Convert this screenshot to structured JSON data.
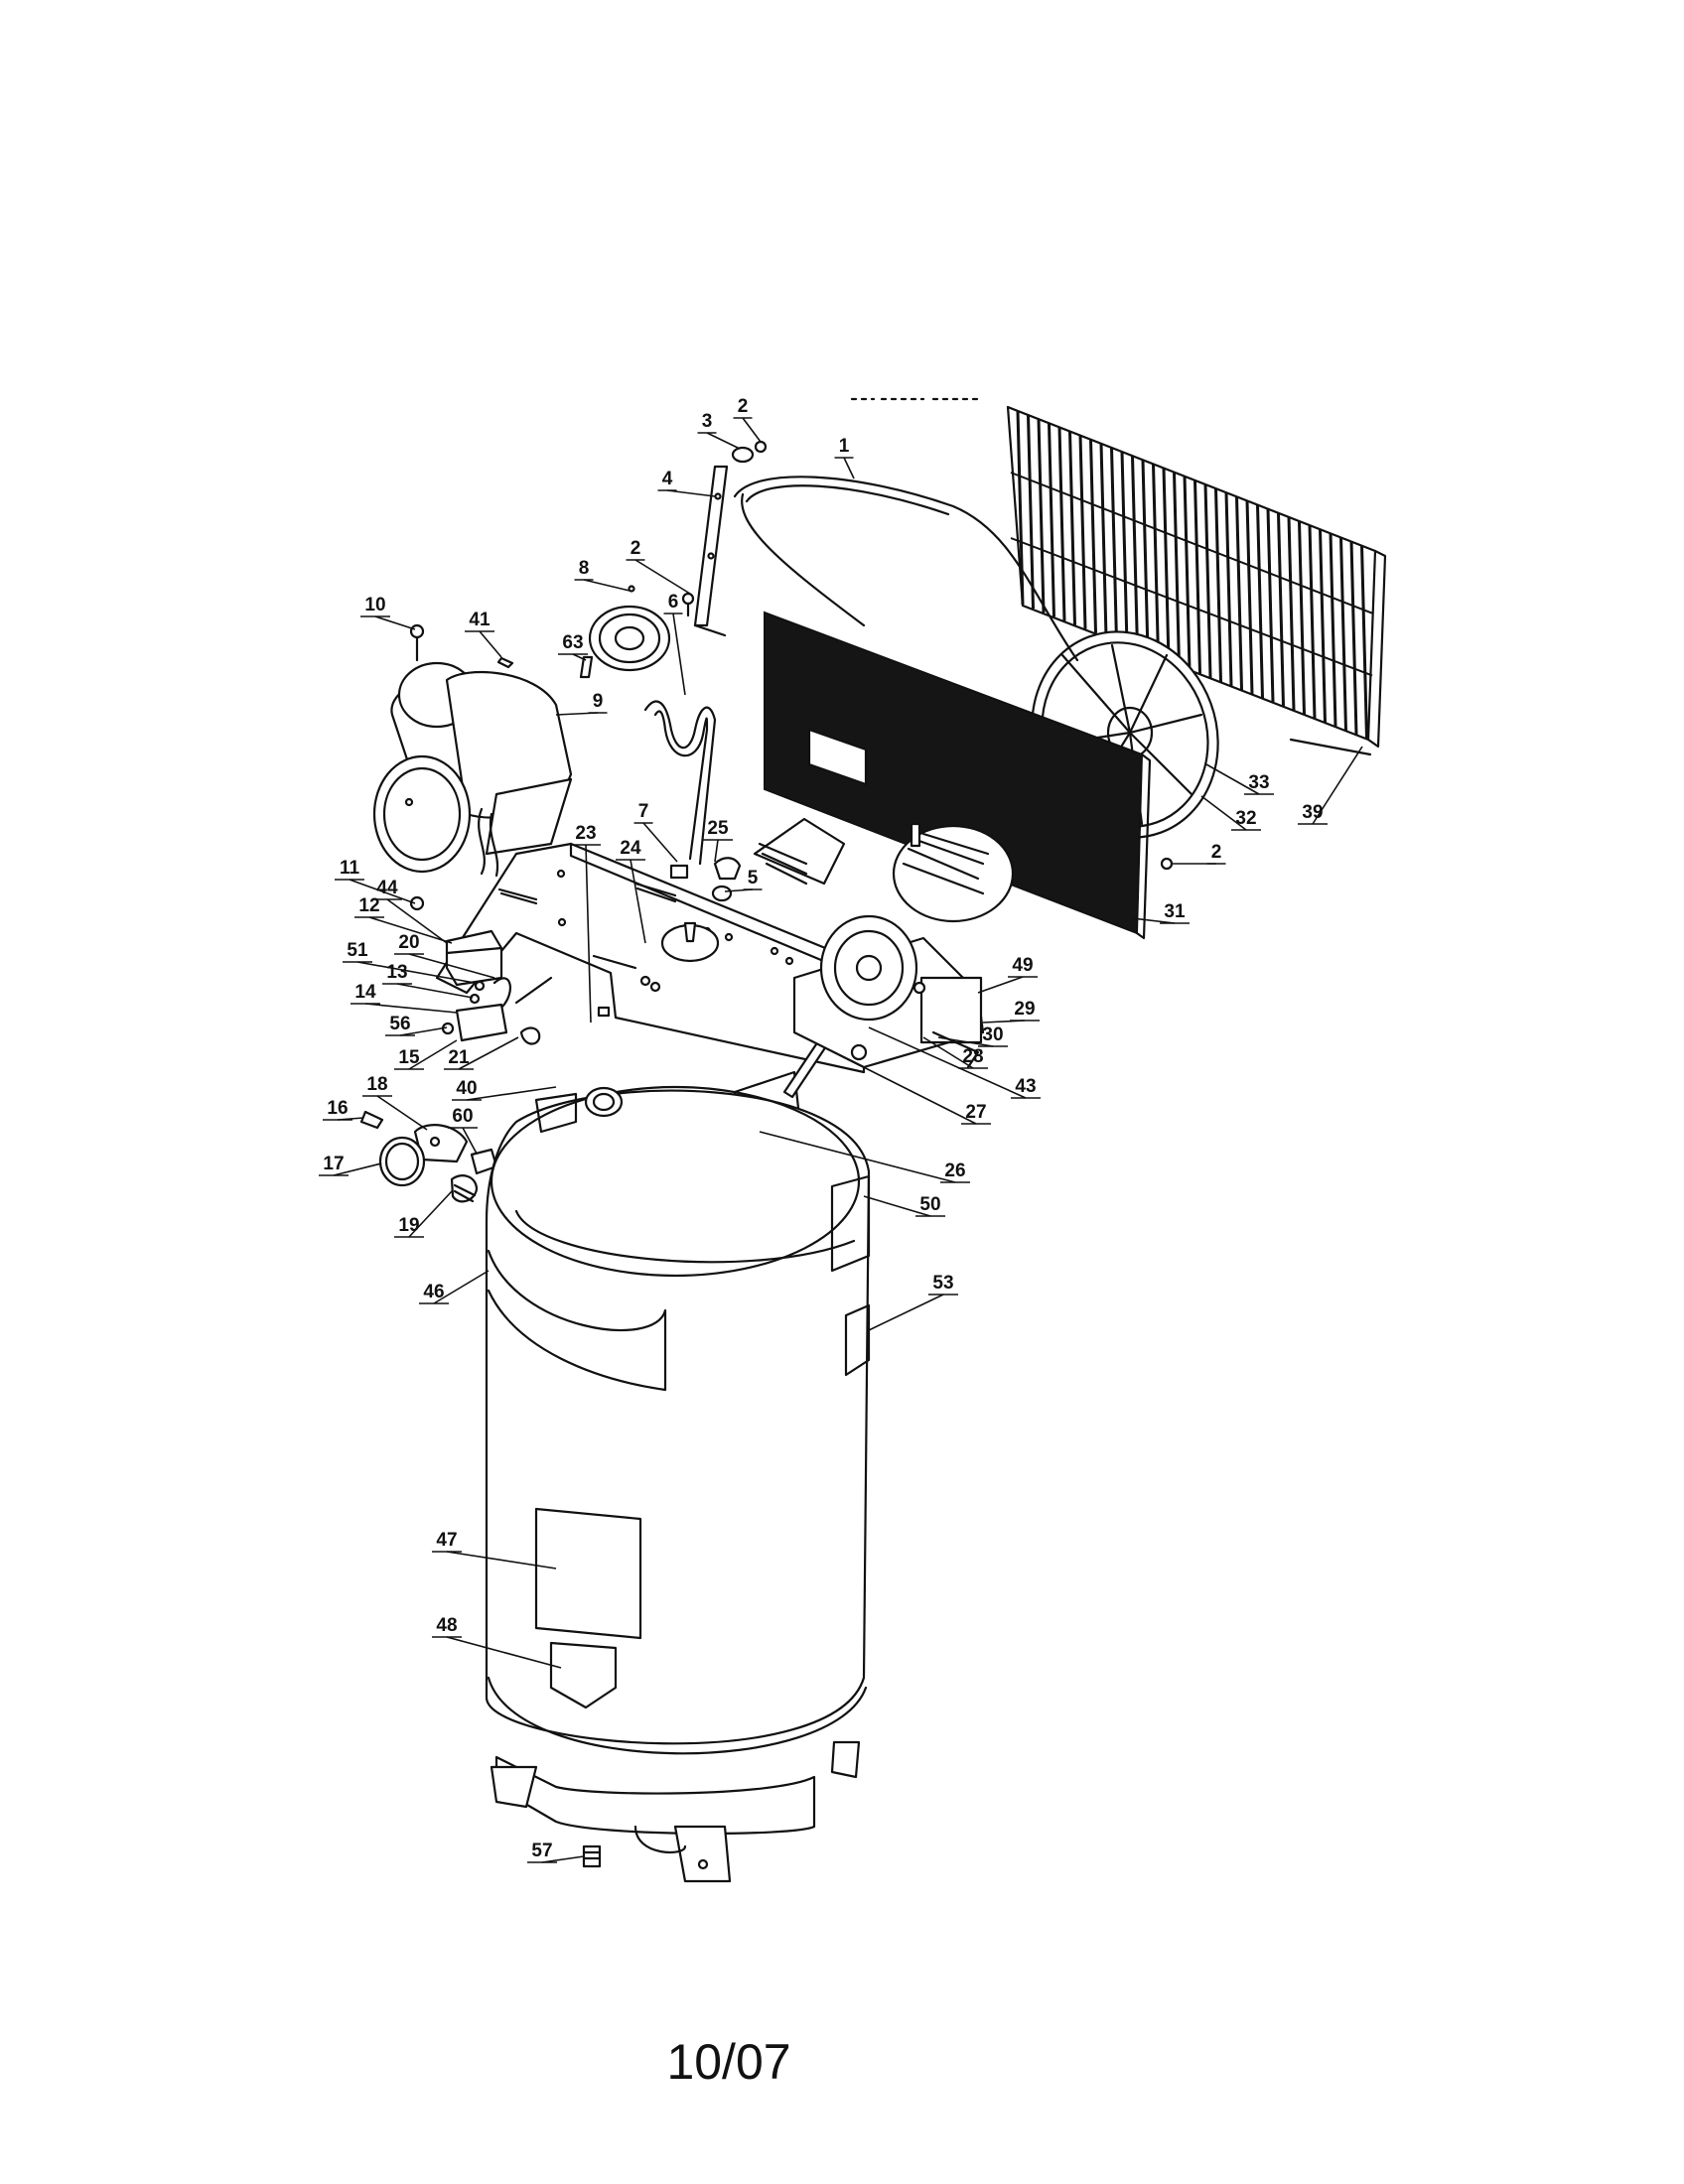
{
  "footer": {
    "date_code": "10/07"
  },
  "callouts": [
    {
      "label": "1"
    },
    {
      "label": "2"
    },
    {
      "label": "3"
    },
    {
      "label": "2"
    },
    {
      "label": "4"
    },
    {
      "label": "8"
    },
    {
      "label": "10"
    },
    {
      "label": "41"
    },
    {
      "label": "63"
    },
    {
      "label": "9"
    },
    {
      "label": "6"
    },
    {
      "label": "7"
    },
    {
      "label": "23"
    },
    {
      "label": "24"
    },
    {
      "label": "25"
    },
    {
      "label": "5"
    },
    {
      "label": "11"
    },
    {
      "label": "44"
    },
    {
      "label": "12"
    },
    {
      "label": "51"
    },
    {
      "label": "20"
    },
    {
      "label": "13"
    },
    {
      "label": "14"
    },
    {
      "label": "56"
    },
    {
      "label": "15"
    },
    {
      "label": "21"
    },
    {
      "label": "40"
    },
    {
      "label": "18"
    },
    {
      "label": "16"
    },
    {
      "label": "60"
    },
    {
      "label": "17"
    },
    {
      "label": "19"
    },
    {
      "label": "46"
    },
    {
      "label": "47"
    },
    {
      "label": "48"
    },
    {
      "label": "57"
    },
    {
      "label": "33"
    },
    {
      "label": "39"
    },
    {
      "label": "32"
    },
    {
      "label": "2"
    },
    {
      "label": "31"
    },
    {
      "label": "49"
    },
    {
      "label": "29"
    },
    {
      "label": "30"
    },
    {
      "label": "28"
    },
    {
      "label": "43"
    },
    {
      "label": "27"
    },
    {
      "label": "26"
    },
    {
      "label": "50"
    },
    {
      "label": "53"
    }
  ]
}
